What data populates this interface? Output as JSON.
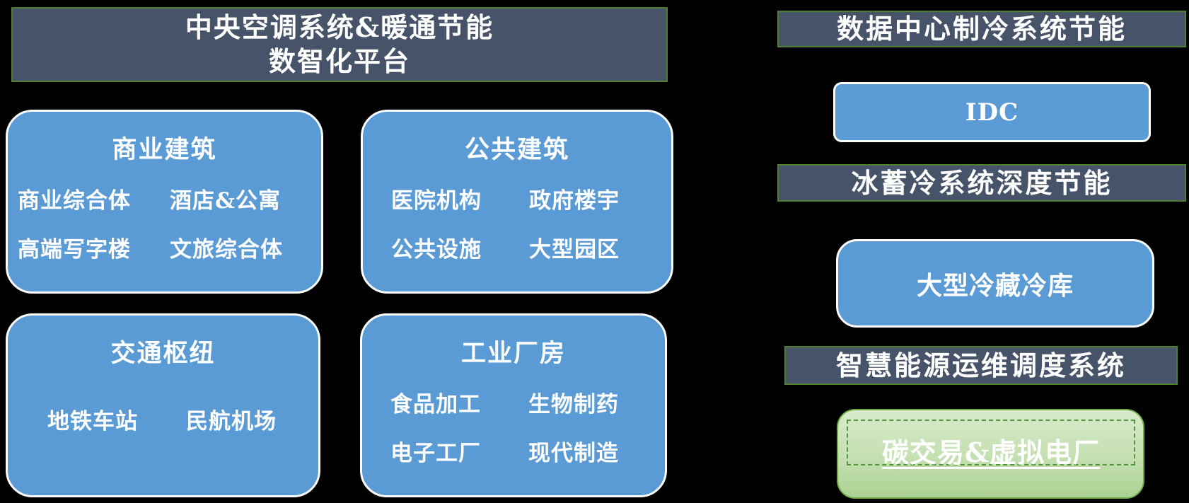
{
  "left_panel": {
    "header": {
      "line1": "中央空调系统&暖通节能",
      "line2": "数智化平台"
    },
    "categories": [
      {
        "title": "商业建筑",
        "items": [
          "商业综合体",
          "酒店&公寓",
          "高端写字楼",
          "文旅综合体"
        ]
      },
      {
        "title": "公共建筑",
        "items": [
          "医院机构",
          "政府楼宇",
          "公共设施",
          "大型园区"
        ]
      },
      {
        "title": "交通枢纽",
        "items": [
          "地铁车站",
          "民航机场"
        ]
      },
      {
        "title": "工业厂房",
        "items": [
          "食品加工",
          "生物制药",
          "电子工厂",
          "现代制造"
        ]
      }
    ]
  },
  "right_panel": {
    "sections": [
      {
        "header": "数据中心制冷系统节能",
        "box": "IDC"
      },
      {
        "header": "冰蓄冷系统深度节能",
        "box": "大型冷藏冷库"
      },
      {
        "header": "智慧能源运维调度系统",
        "box": "碳交易&虚拟电厂"
      }
    ]
  },
  "colors": {
    "background": "#000000",
    "header_fill": "#475369",
    "header_border": "#507E32",
    "blue_box_fill": "#5B9BD5",
    "blue_box_border": "#FDFDFD",
    "green_box_border": "#70AD47",
    "green_box_fill_top": "#D8EACB",
    "green_box_fill_bottom": "#ABD192",
    "green_dash_border": "#55953B",
    "text": "#FFFFFF"
  }
}
